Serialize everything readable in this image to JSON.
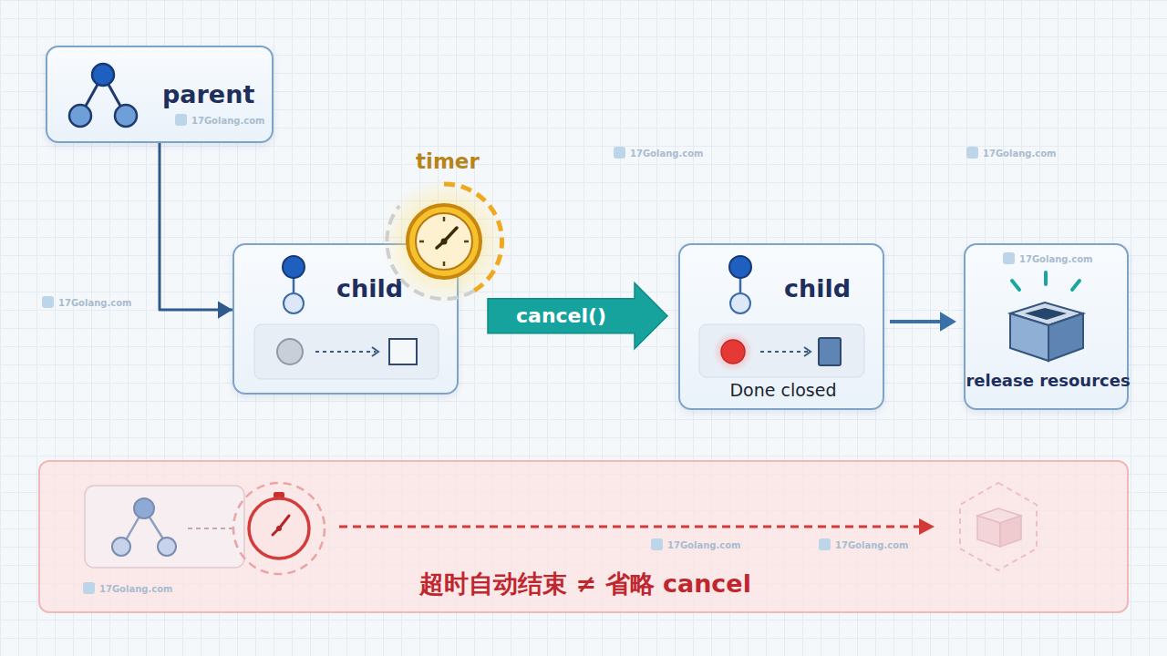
{
  "diagram": {
    "nodes": [
      {
        "text": [
          "parent"
        ]
      },
      {
        "text": [
          "child"
        ]
      },
      {
        "text": [
          "child",
          "Done closed"
        ]
      },
      {
        "text": [
          "release resources"
        ]
      },
      {
        "text": [
          "超时自动结束 ≠ 省略 cancel"
        ]
      }
    ],
    "edges": [
      {
        "from": 0,
        "to": 1,
        "arrow": "to"
      },
      {
        "from": 1,
        "to": 2,
        "label": "cancel()",
        "arrow": "to"
      },
      {
        "from": 2,
        "to": 3,
        "arrow": "to"
      }
    ],
    "labels": [
      "timer",
      "17Golang.com",
      "17Golang.com",
      "17Golang.com",
      "17Golang.com",
      "17Golang.com",
      "17Golang.com",
      "17Golang.com",
      "17Golang.com"
    ]
  }
}
